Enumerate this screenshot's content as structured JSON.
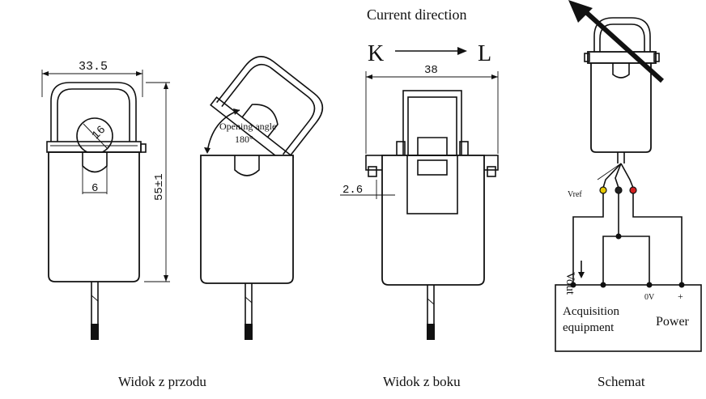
{
  "front": {
    "dim_width": "33.5",
    "dim_hole": "16",
    "dim_slot": "6",
    "dim_height": "55±1",
    "caption": "Widok z przodu"
  },
  "open": {
    "label_line1": "Opening angle",
    "label_line2": "180°"
  },
  "side": {
    "direction_title": "Current direction",
    "k_label": "K",
    "l_label": "L",
    "dim_width": "38",
    "dim_flange": "2.6",
    "caption": "Widok z boku"
  },
  "schematic": {
    "vref_label": "Vref",
    "vout_label": "Vout",
    "ov_label": "0V",
    "plus_label": "+",
    "acq_line1": "Acquisition",
    "acq_line2": "equipment",
    "power_label": "Power",
    "caption": "Schemat",
    "wire_colors": [
      "#e6c800",
      "#222222",
      "#d42020"
    ]
  }
}
